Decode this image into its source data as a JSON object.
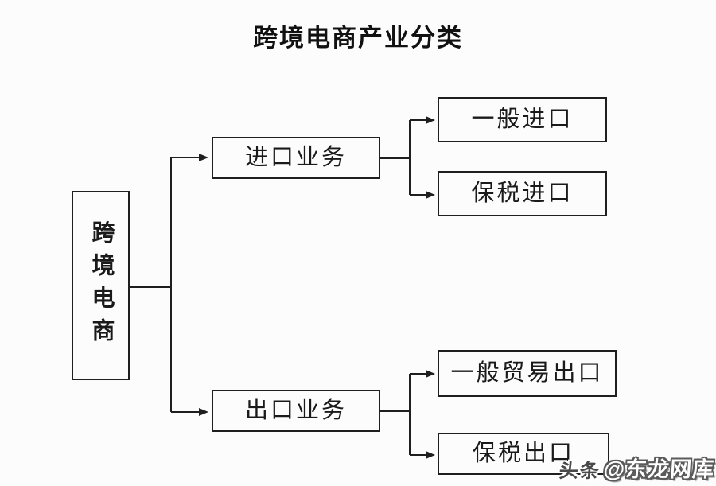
{
  "title": "跨境电商产业分类",
  "diagram": {
    "type": "flowchart-tree",
    "root": {
      "label": "跨境电商"
    },
    "branches": [
      {
        "label": "进口业务",
        "children": [
          {
            "label": "一般进口"
          },
          {
            "label": "保税进口"
          }
        ]
      },
      {
        "label": "出口业务",
        "children": [
          {
            "label": "一般贸易出口"
          },
          {
            "label": "保税出口"
          }
        ]
      }
    ]
  },
  "watermark": {
    "source": "头条",
    "handle": "@东龙网库"
  },
  "colors": {
    "line": "#1f1f1f",
    "box_border": "#1f1f1f",
    "background": "#fcfcfc",
    "text": "#1a1a1a"
  }
}
